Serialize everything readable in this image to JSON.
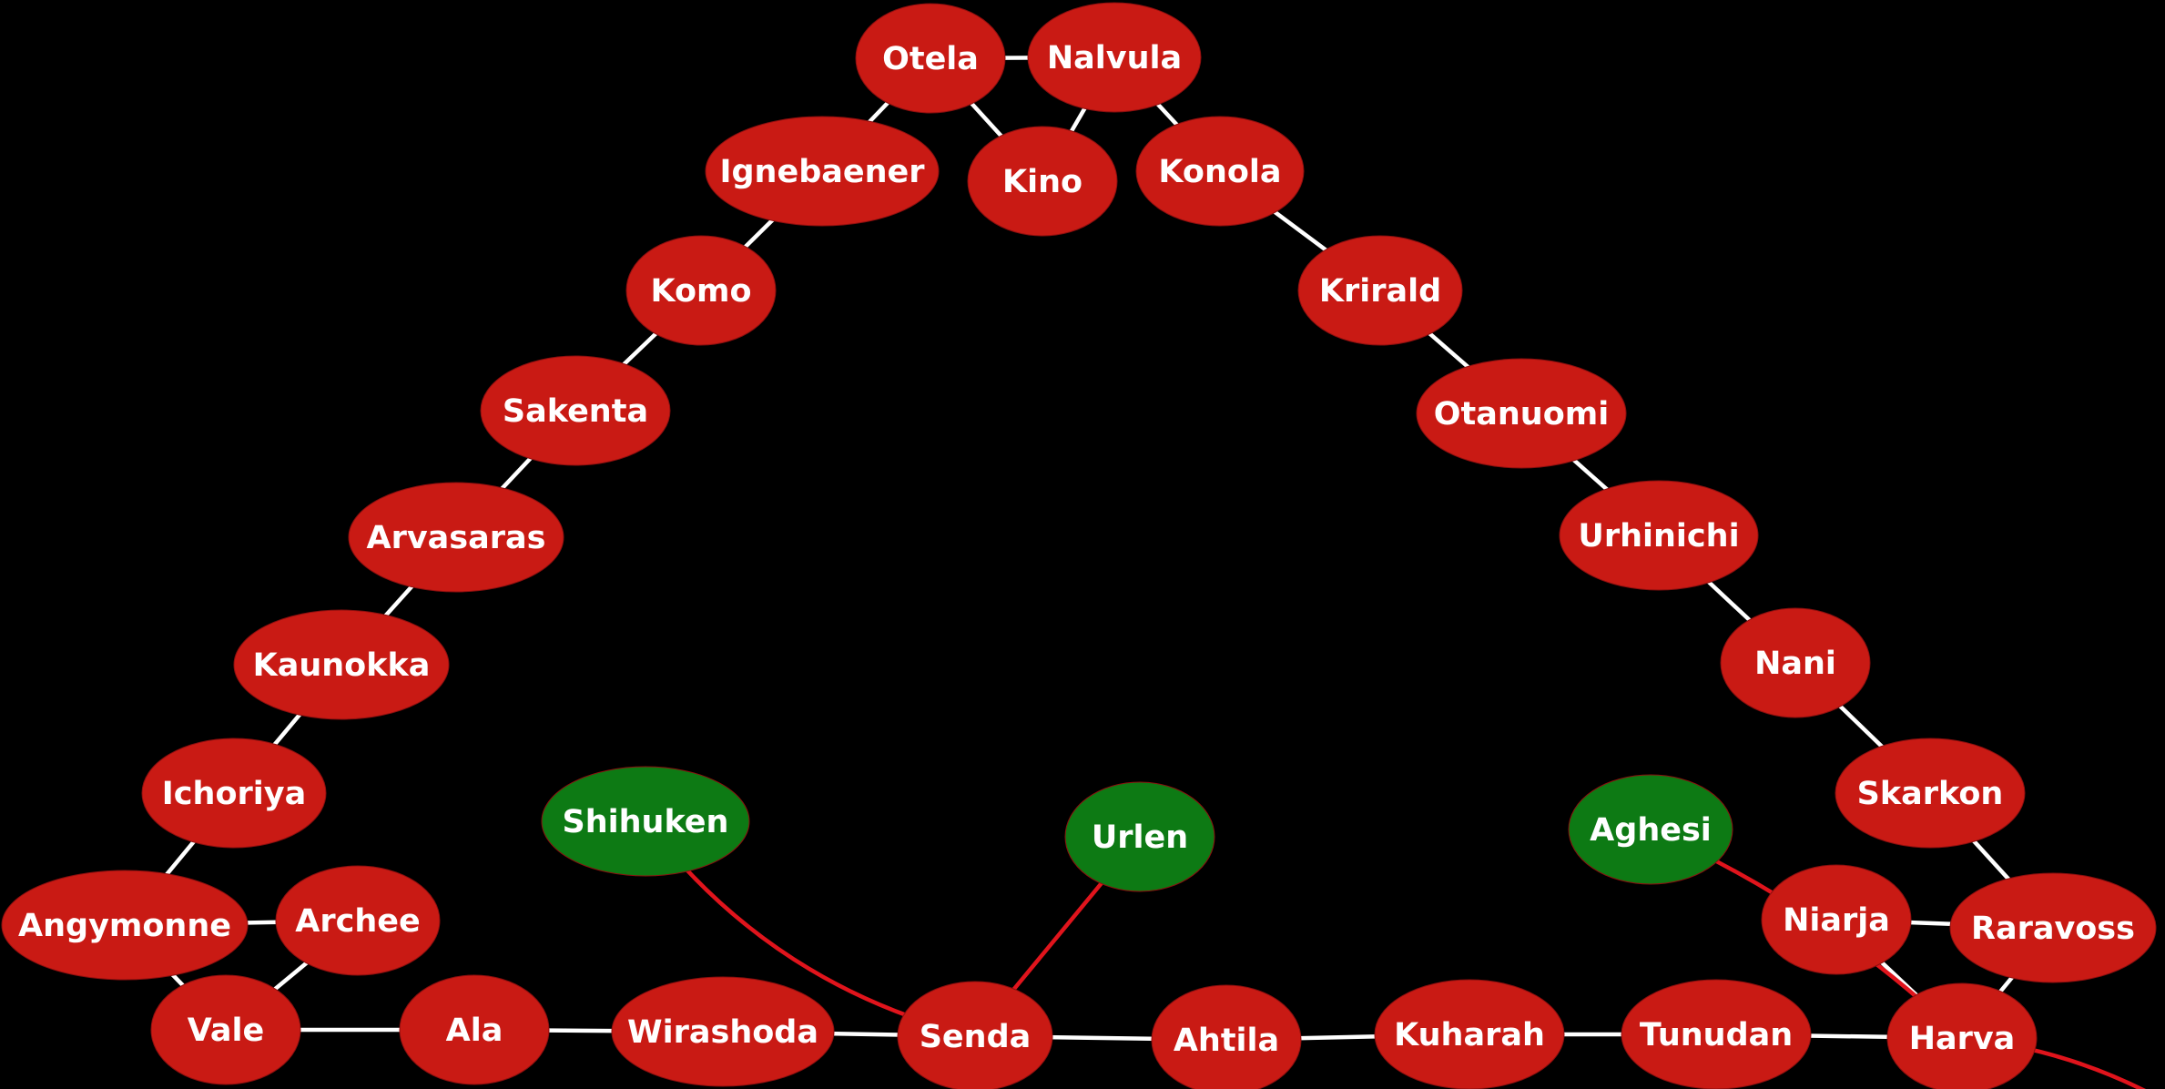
{
  "colors": {
    "background": "#000000",
    "node_red": "#c91a14",
    "node_green": "#0d7a14",
    "edge_white": "#ffffff",
    "edge_red": "#e0141c",
    "label": "#ffffff"
  },
  "nodes": [
    {
      "id": "otela",
      "label": "Otela",
      "group": "red"
    },
    {
      "id": "nalvula",
      "label": "Nalvula",
      "group": "red"
    },
    {
      "id": "ignebaener",
      "label": "Ignebaener",
      "group": "red"
    },
    {
      "id": "kino",
      "label": "Kino",
      "group": "red"
    },
    {
      "id": "konola",
      "label": "Konola",
      "group": "red"
    },
    {
      "id": "komo",
      "label": "Komo",
      "group": "red"
    },
    {
      "id": "krirald",
      "label": "Krirald",
      "group": "red"
    },
    {
      "id": "sakenta",
      "label": "Sakenta",
      "group": "red"
    },
    {
      "id": "otanuomi",
      "label": "Otanuomi",
      "group": "red"
    },
    {
      "id": "arvasaras",
      "label": "Arvasaras",
      "group": "red"
    },
    {
      "id": "urhinichi",
      "label": "Urhinichi",
      "group": "red"
    },
    {
      "id": "kaunokka",
      "label": "Kaunokka",
      "group": "red"
    },
    {
      "id": "nani",
      "label": "Nani",
      "group": "red"
    },
    {
      "id": "ichoriya",
      "label": "Ichoriya",
      "group": "red"
    },
    {
      "id": "skarkon",
      "label": "Skarkon",
      "group": "red"
    },
    {
      "id": "shihuken",
      "label": "Shihuken",
      "group": "green"
    },
    {
      "id": "urlen",
      "label": "Urlen",
      "group": "green"
    },
    {
      "id": "aghesi",
      "label": "Aghesi",
      "group": "green"
    },
    {
      "id": "angymonne",
      "label": "Angymonne",
      "group": "red"
    },
    {
      "id": "archee",
      "label": "Archee",
      "group": "red"
    },
    {
      "id": "niarja",
      "label": "Niarja",
      "group": "red"
    },
    {
      "id": "raravoss",
      "label": "Raravoss",
      "group": "red"
    },
    {
      "id": "vale",
      "label": "Vale",
      "group": "red"
    },
    {
      "id": "ala",
      "label": "Ala",
      "group": "red"
    },
    {
      "id": "wirashoda",
      "label": "Wirashoda",
      "group": "red"
    },
    {
      "id": "senda",
      "label": "Senda",
      "group": "red"
    },
    {
      "id": "ahtila",
      "label": "Ahtila",
      "group": "red"
    },
    {
      "id": "kuharah",
      "label": "Kuharah",
      "group": "red"
    },
    {
      "id": "tunudan",
      "label": "Tunudan",
      "group": "red"
    },
    {
      "id": "harva",
      "label": "Harva",
      "group": "red"
    }
  ],
  "edges": [
    {
      "from": "otela",
      "to": "nalvula",
      "color": "white"
    },
    {
      "from": "otela",
      "to": "ignebaener",
      "color": "white"
    },
    {
      "from": "otela",
      "to": "kino",
      "color": "white"
    },
    {
      "from": "nalvula",
      "to": "kino",
      "color": "white"
    },
    {
      "from": "nalvula",
      "to": "konola",
      "color": "white"
    },
    {
      "from": "ignebaener",
      "to": "komo",
      "color": "white"
    },
    {
      "from": "komo",
      "to": "sakenta",
      "color": "white"
    },
    {
      "from": "sakenta",
      "to": "arvasaras",
      "color": "white"
    },
    {
      "from": "arvasaras",
      "to": "kaunokka",
      "color": "white"
    },
    {
      "from": "kaunokka",
      "to": "ichoriya",
      "color": "white"
    },
    {
      "from": "ichoriya",
      "to": "angymonne",
      "color": "white"
    },
    {
      "from": "angymonne",
      "to": "archee",
      "color": "white"
    },
    {
      "from": "angymonne",
      "to": "vale",
      "color": "white"
    },
    {
      "from": "archee",
      "to": "vale",
      "color": "white"
    },
    {
      "from": "vale",
      "to": "ala",
      "color": "white"
    },
    {
      "from": "ala",
      "to": "wirashoda",
      "color": "white"
    },
    {
      "from": "wirashoda",
      "to": "senda",
      "color": "white"
    },
    {
      "from": "senda",
      "to": "ahtila",
      "color": "white"
    },
    {
      "from": "ahtila",
      "to": "kuharah",
      "color": "white"
    },
    {
      "from": "kuharah",
      "to": "tunudan",
      "color": "white"
    },
    {
      "from": "tunudan",
      "to": "harva",
      "color": "white"
    },
    {
      "from": "konola",
      "to": "krirald",
      "color": "white"
    },
    {
      "from": "krirald",
      "to": "otanuomi",
      "color": "white"
    },
    {
      "from": "otanuomi",
      "to": "urhinichi",
      "color": "white"
    },
    {
      "from": "urhinichi",
      "to": "nani",
      "color": "white"
    },
    {
      "from": "nani",
      "to": "skarkon",
      "color": "white"
    },
    {
      "from": "skarkon",
      "to": "raravoss",
      "color": "white"
    },
    {
      "from": "niarja",
      "to": "raravoss",
      "color": "white"
    },
    {
      "from": "niarja",
      "to": "harva",
      "color": "white"
    },
    {
      "from": "raravoss",
      "to": "harva",
      "color": "white"
    },
    {
      "from": "shihuken",
      "to": "senda",
      "color": "red"
    },
    {
      "from": "urlen",
      "to": "senda",
      "color": "red"
    },
    {
      "from": "aghesi",
      "to": "harva",
      "color": "red"
    },
    {
      "from": "harva",
      "to": "offscreen",
      "color": "red"
    }
  ]
}
